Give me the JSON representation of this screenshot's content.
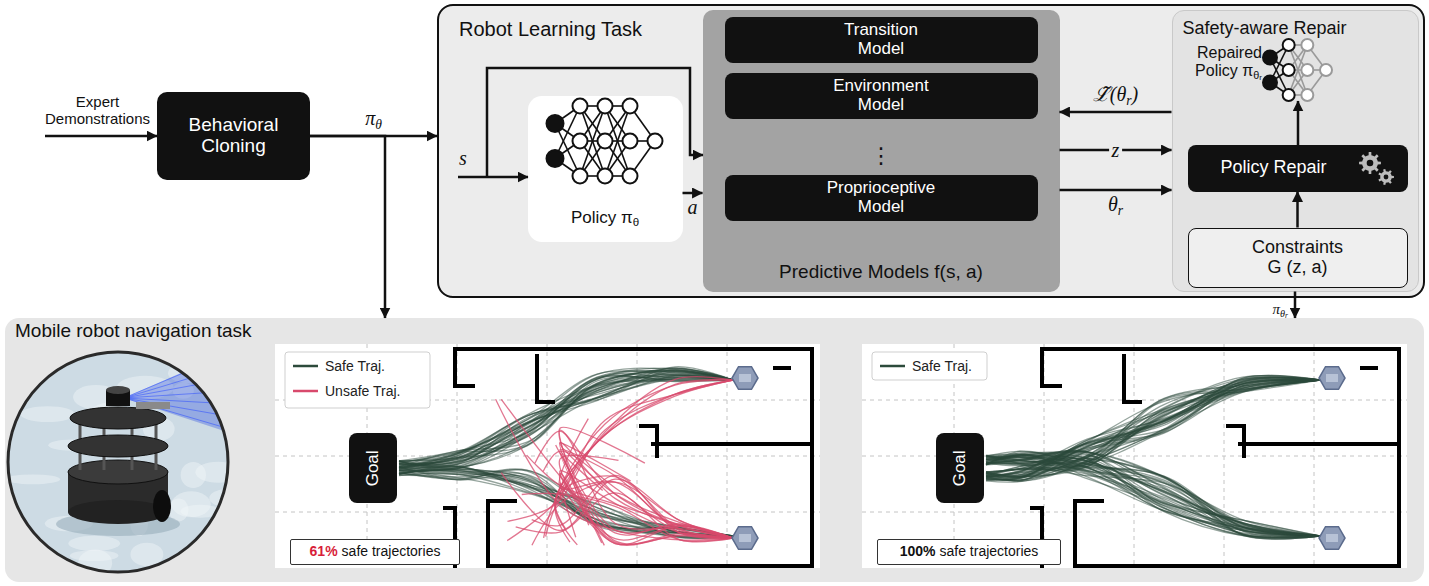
{
  "diagram": {
    "nodes": [
      {
        "text": [
          "Behavioral Cloning"
        ]
      },
      {
        "text": [
          "Robot Learning Task"
        ]
      },
      {
        "text": [
          "Policy πθ"
        ],
        "in": 1
      },
      {
        "text": [
          "Predictive Models f(s, a)"
        ],
        "in": 1
      },
      {
        "text": [
          "Transition Model"
        ],
        "in": 3
      },
      {
        "text": [
          "Environment Model"
        ],
        "in": 3
      },
      {
        "text": [
          "Proprioceptive Model"
        ],
        "in": 3
      },
      {
        "text": [
          "Safety-aware Repair"
        ],
        "in": 1
      },
      {
        "text": [
          "Policy Repair"
        ],
        "in": 7
      },
      {
        "text": [
          "Constraints G (z, a)"
        ],
        "in": 7
      },
      {
        "text": [
          "Mobile robot navigation task"
        ]
      },
      {
        "text": [
          "Goal"
        ],
        "in": 10
      },
      {
        "text": [
          "61%",
          "safe trajectories"
        ],
        "in": 10
      },
      {
        "text": [
          "Goal"
        ],
        "in": 10
      },
      {
        "text": [
          "100%",
          "safe trajectories"
        ],
        "in": 10
      }
    ],
    "edges": [
      {
        "from": 0,
        "to": 1,
        "arrow": "to",
        "label": "πθ"
      },
      {
        "from": 0,
        "to": 10,
        "arrow": "to"
      },
      {
        "from": 2,
        "to": 3,
        "arrow": "to",
        "label": "a"
      },
      {
        "from": 3,
        "to": 7,
        "arrow": "to",
        "label": "z"
      },
      {
        "from": 7,
        "to": 3,
        "arrow": "to",
        "label": "ℒ̃(θr)"
      },
      {
        "from": 3,
        "to": 7,
        "arrow": "to",
        "label": "θr"
      },
      {
        "from": 9,
        "to": 8,
        "arrow": "to"
      },
      {
        "from": 7,
        "to": 10,
        "arrow": "to",
        "label": "πθr"
      }
    ],
    "labels": [
      "Expert Demonstrations",
      "s",
      "⋮",
      "Repaired Policy πθr"
    ],
    "legend": [
      {
        "text": "Safe Traj."
      },
      {
        "text": "Unsafe Traj."
      },
      {
        "text": "Safe Traj."
      }
    ]
  }
}
